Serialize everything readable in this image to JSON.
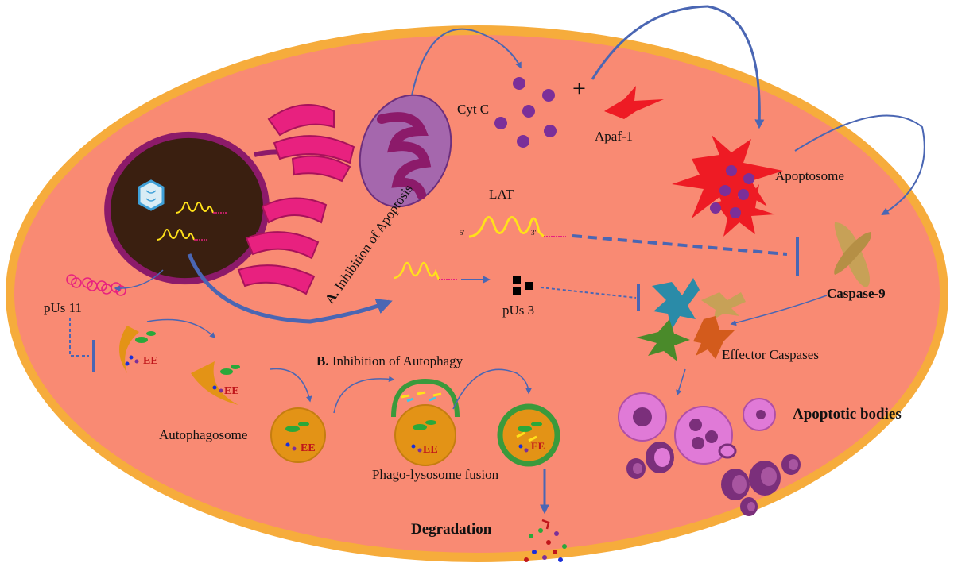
{
  "labels": {
    "cyt_c": "Cyt C",
    "plus": "+",
    "apaf1": "Apaf-1",
    "apoptosome": "Apoptosome",
    "lat": "LAT",
    "inhibition_apoptosis_letter": "A.",
    "inhibition_apoptosis_text": "Inhibition of Apoptosis",
    "caspase9": "Caspase-9",
    "pus3": "pUs 3",
    "pus11": "pUs 11",
    "effector_caspases": "Effector Caspases",
    "inhibition_autophagy_letter": "B.",
    "inhibition_autophagy_text": "Inhibition of Autophagy",
    "autophagosome": "Autophagosome",
    "phago_lysosome": "Phago-lysosome fusion",
    "apoptotic_bodies": "Apoptotic bodies",
    "degradation": "Degradation",
    "five_prime": "5'",
    "three_prime": "3'"
  },
  "colors": {
    "cell_fill": "#f98a73",
    "cell_border": "#f6ac3c",
    "nucleus": "#3a1f10",
    "nucleus_border": "#8c1a6a",
    "er": "#e8217f",
    "mitochondrion": "#a567ad",
    "cyt_c": "#7b2f99",
    "apaf1": "#ee1b24",
    "arrow": "#4a66b3",
    "lat_wave": "#ffe11a",
    "autophagosome": "#e39316",
    "lysosome_ring": "#3a9a3c",
    "apoptotic_body": "#e07ad7"
  },
  "icons": [
    "virus-capsid-icon",
    "dna-strand-icon",
    "mitochondrion-icon",
    "star-apaf-icon"
  ]
}
